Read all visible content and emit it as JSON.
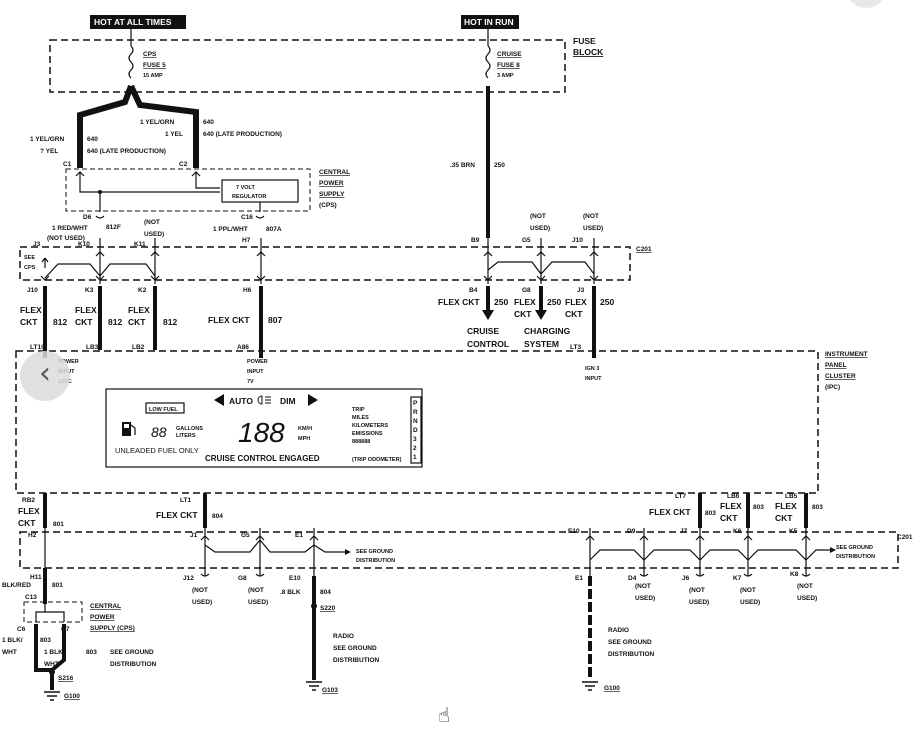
{
  "labels": {
    "hot_at_all_times": "HOT AT ALL TIMES",
    "hot_in_run": "HOT IN RUN",
    "fuse_block": [
      "FUSE",
      "BLOCK"
    ],
    "cps_fuse": [
      "CPS",
      "FUSE 5",
      "15 AMP"
    ],
    "cruise_fuse": [
      "CRUISE",
      "FUSE 8",
      "3 AMP"
    ],
    "c1_wire": [
      "1 YEL/GRN",
      "? YEL"
    ],
    "c1_circuit": [
      "640",
      "640 (LATE PRODUCTION)"
    ],
    "c1": "C1",
    "c2_wire": [
      "1 YEL/GRN",
      "1 YEL"
    ],
    "c2_circuit": [
      "640",
      "640 (LATE PRODUCTION)"
    ],
    "c2": "C2",
    "cps_top": [
      "CENTRAL",
      "POWER",
      "SUPPLY",
      "(CPS)"
    ],
    "regulator": [
      "7 VOLT",
      "REGULATOR"
    ],
    "d6": "D6",
    "red_wht": [
      "1 RED/WHT",
      "(NOT USED)"
    ],
    "c812f": "812F",
    "k10": "K10",
    "k11": "K11",
    "k11_not_used": [
      "(NOT",
      "USED)"
    ],
    "c16": "C16",
    "ppl_wht": "1 PPL/WHT",
    "c807a": "807A",
    "h7": "H7",
    "j3_top": "J3",
    "see_cps": [
      "SEE",
      "CPS"
    ],
    "brn_wire": ".35 BRN",
    "c250_top": "250",
    "b9": "B9",
    "g5_top": "G5",
    "g5_not_used": [
      "(NOT",
      "USED)"
    ],
    "j10_top": "J10",
    "j10_not_used": [
      "(NOT",
      "USED)"
    ],
    "c201_top": "C201",
    "j10": "J10",
    "k3": "K3",
    "k2": "K2",
    "h6": "H6",
    "flex_ckt": [
      "FLEX",
      "CKT"
    ],
    "c812": "812",
    "flex_ckt_h6": "FLEX CKT",
    "c807": "807",
    "b4": "B4",
    "g8_top": "G8",
    "j3_right": "J3",
    "flex_ckt_b4": "FLEX CKT",
    "c250": "250",
    "cruise_control": [
      "CRUISE",
      "CONTROL"
    ],
    "charging_system": [
      "CHARGING",
      "SYSTEM"
    ],
    "lt10": "LT10",
    "lb3": "LB3",
    "lb2": "LB2",
    "a86": "A86",
    "lt3": "LT3",
    "power_input_12v": [
      "POWER",
      "INPUT",
      "12VC"
    ],
    "power_input_7v": [
      "POWER",
      "INPUT",
      "7V"
    ],
    "ign3_input": [
      "IGN 3",
      "INPUT"
    ],
    "ipc": [
      "INSTRUMENT",
      "PANEL",
      "CLUSTER",
      "(IPC)"
    ],
    "cluster": {
      "low_fuel": "LOW FUEL",
      "gallons_liters": [
        "GALLONS",
        "LITERS"
      ],
      "fuel_digits": "88",
      "auto": "AUTO",
      "dim": "DIM",
      "speed_digits": "188",
      "kmh_mph": [
        "KM/H",
        "MPH"
      ],
      "trip_words": [
        "TRIP",
        "MILES",
        "KILOMETERS",
        "EMISSIONS",
        "888888"
      ],
      "gear": [
        "P",
        "R",
        "N",
        "D",
        "3",
        "2",
        "1"
      ],
      "unleaded": "UNLEADED FUEL ONLY",
      "cruise_engaged": "CRUISE CONTROL ENGAGED",
      "trip_odometer": "(TRIP ODOMETER)"
    },
    "rb2": "RB2",
    "rb2_flex": [
      "FLEX",
      "CKT"
    ],
    "c801": "801",
    "h2": "H2",
    "lt1": "LT1",
    "flex_ckt_lt1": "FLEX CKT",
    "c804": "804",
    "j1": "J1",
    "g5_low": "G5",
    "e1_low": "E1",
    "see_ground": [
      "SEE GROUND",
      "DISTRIBUTION"
    ],
    "j12": "J12",
    "g8_low": "G8",
    "e10_low": "E10",
    "not_used": [
      "(NOT",
      "USED)"
    ],
    "blk_804": ".8 BLK",
    "h11": "H11",
    "blk_red": "BLK/RED",
    "c13": "C13",
    "cps_low": [
      "CENTRAL",
      "POWER",
      "SUPPLY (CPS)"
    ],
    "c6": "C6",
    "c7": "C7",
    "c6_wire": [
      "1 BLK/",
      "WHT"
    ],
    "c803": "803",
    "c7_wire": [
      "1 BLK/",
      "WHT"
    ],
    "see_ground_cps": [
      "SEE GROUND",
      "DISTRIBUTION"
    ],
    "s216": "S216",
    "g100_left": "G100",
    "s220": "S220",
    "radio_mid": [
      "RADIO",
      "SEE GROUND",
      "DISTRIBUTION"
    ],
    "g103": "G103",
    "lt7": "LT7",
    "lb6": "LB6",
    "lb5": "LB5",
    "flex_ckt_lt7": "FLEX CKT",
    "lb6_flex": [
      "FLEX",
      "CKT"
    ],
    "lb5_flex": [
      "FLEX",
      "CKT"
    ],
    "c803_right": "803",
    "e10_right": "E10",
    "d9": "D9",
    "j7": "J7",
    "k6": "K6",
    "k5": "K5",
    "c201_low": "C201",
    "e1_right": "E1",
    "d4": "D4",
    "j6": "J6",
    "k7": "K7",
    "k8": "K8",
    "radio_right": [
      "RADIO",
      "SEE GROUND",
      "DISTRIBUTION"
    ],
    "g100_right": "G100"
  },
  "ui": {
    "prev_icon": "chevron-left-icon",
    "cursor_icon": "hand-pointer-icon"
  }
}
